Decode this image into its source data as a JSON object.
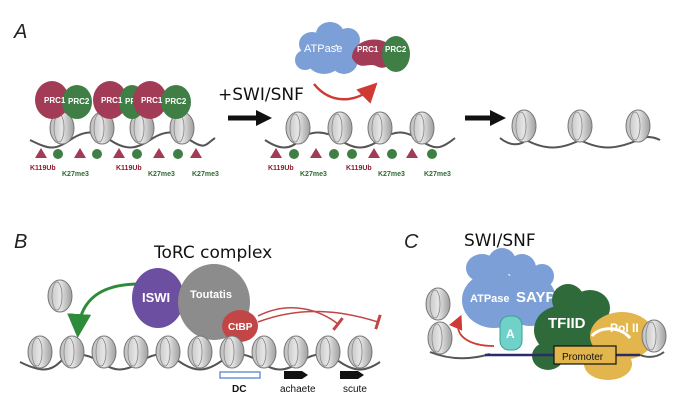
{
  "panels": {
    "a": "A",
    "b": "B",
    "c": "C"
  },
  "panel_a": {
    "prc1": "PRC1",
    "prc2": "PRC2",
    "atpase": "ATPase",
    "swi_snf": "+SWI/SNF",
    "k119ub": "K119Ub",
    "k27me3": "K27me3"
  },
  "panel_b": {
    "title": "ToRC complex",
    "iswi": "ISWI",
    "toutatis": "Toutatis",
    "ctbp": "CtBP",
    "dc": "DC",
    "achaete": "achaete",
    "scute": "scute"
  },
  "panel_c": {
    "title": "SWI/SNF",
    "atpase": "ATPase",
    "sayp": "SAYP",
    "a": "A",
    "tfiid": "TFIID",
    "pol2": "Pol II",
    "promoter": "Promoter"
  },
  "colors": {
    "prc1": "#a23b55",
    "prc2": "#3f7f45",
    "atpase": "#7b9fd6",
    "iswi": "#6c4fa1",
    "toutatis": "#8c8c8c",
    "ctbp": "#c24646",
    "tfiid": "#2f6b3a",
    "pol2": "#e2b64c",
    "arrow_green": "#2e8b3a",
    "arrow_red": "#d03a34"
  }
}
